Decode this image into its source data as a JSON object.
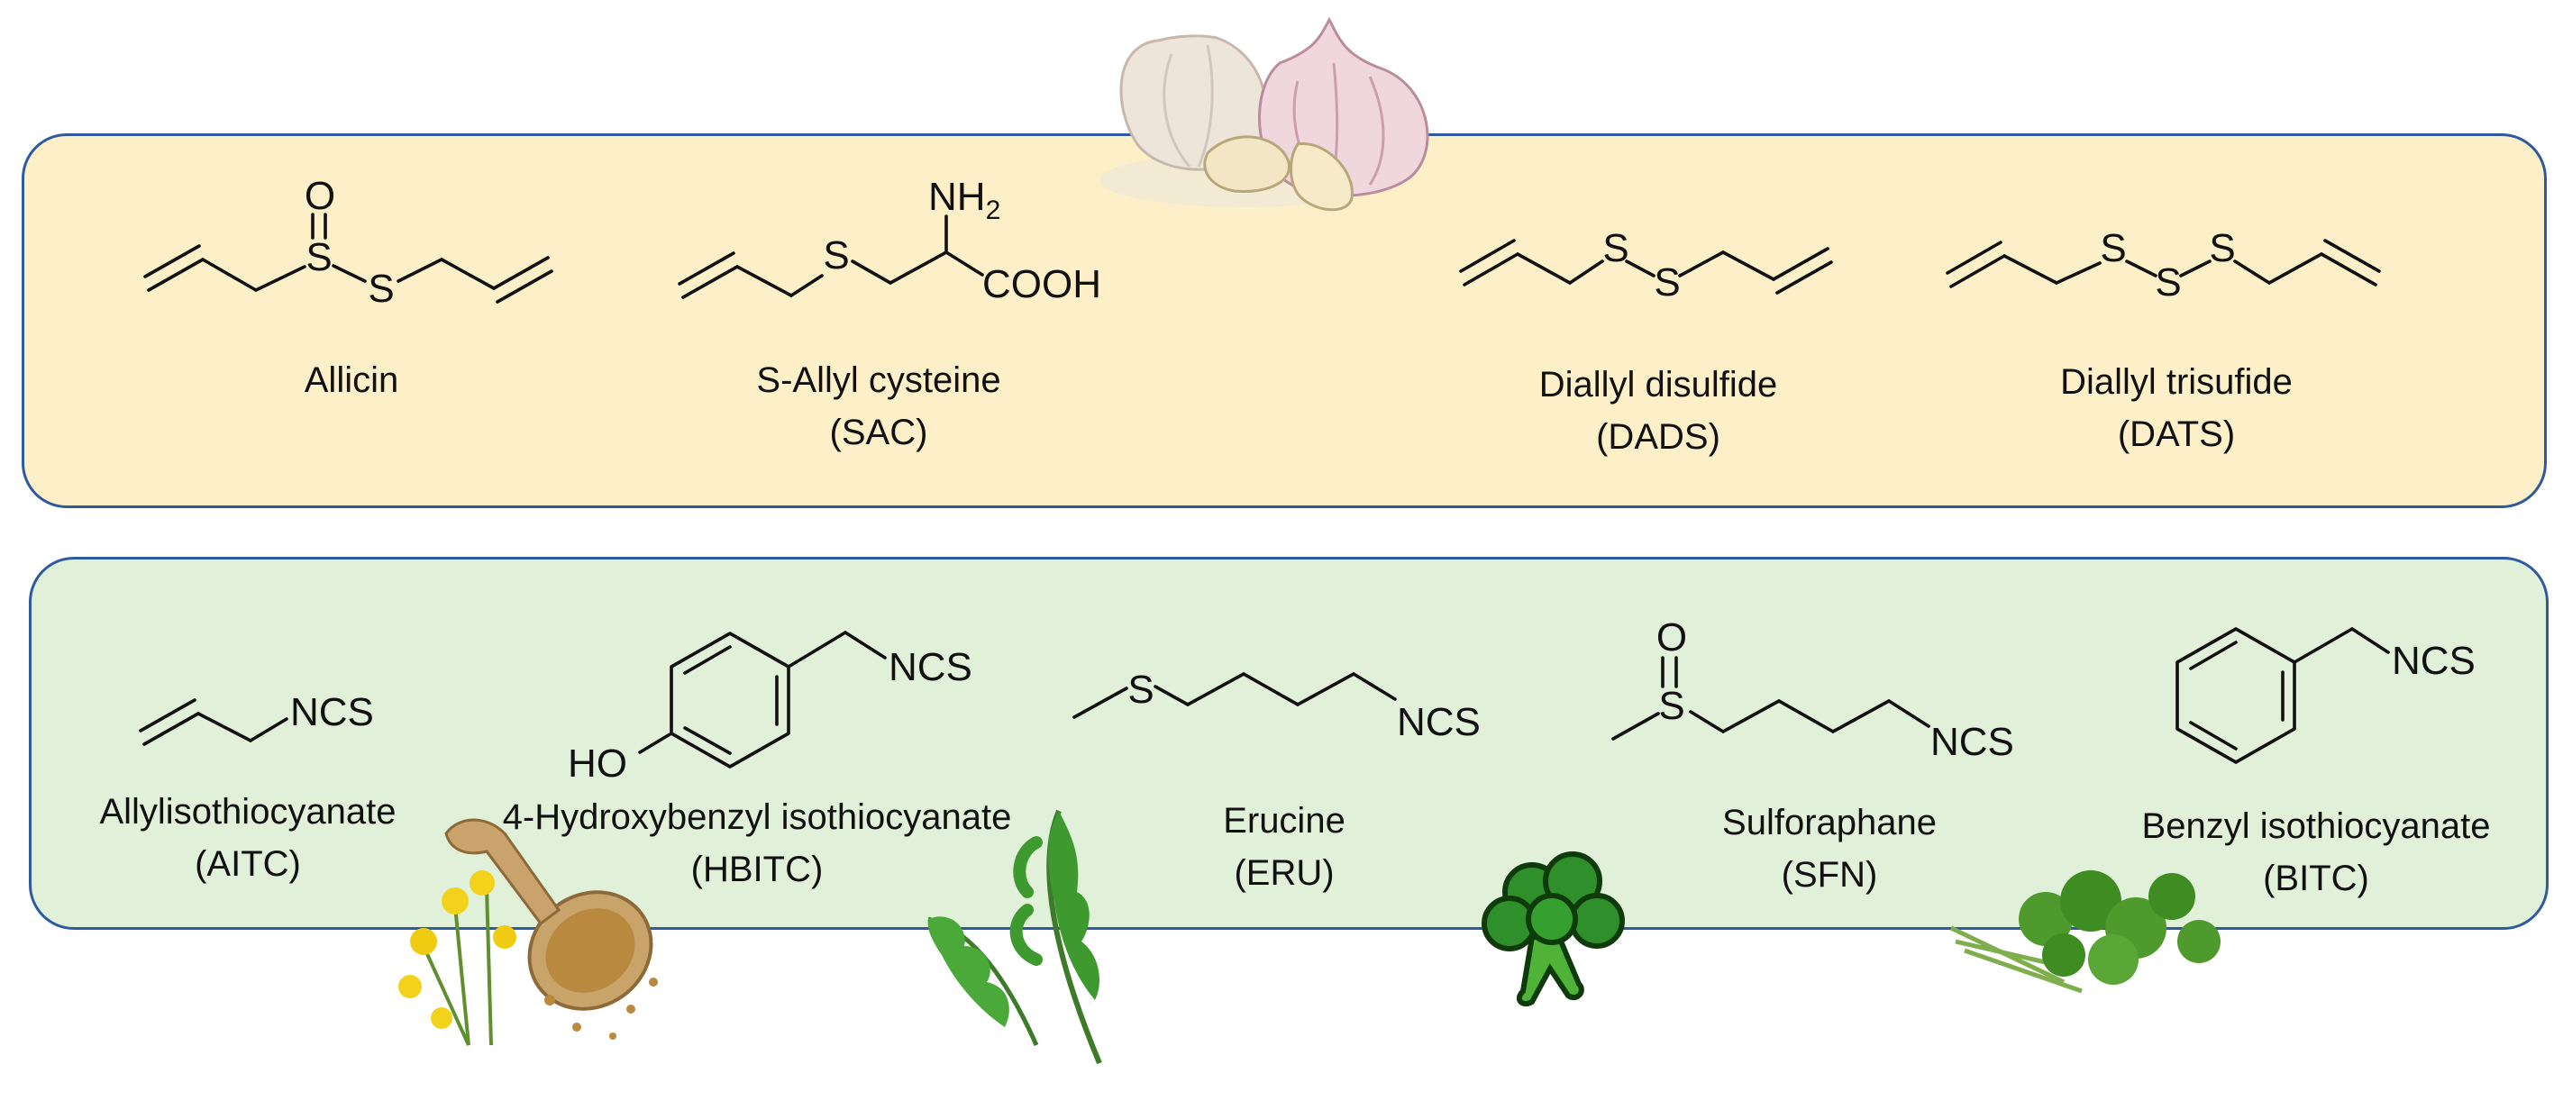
{
  "figure": {
    "garlic_compounds": [
      {
        "name": "Allicin",
        "abbr": ""
      },
      {
        "name": "S-Allyl cysteine",
        "abbr": "(SAC)"
      },
      {
        "name": "Diallyl disulfide",
        "abbr": "(DADS)"
      },
      {
        "name": "Diallyl trisufide",
        "abbr": "(DATS)"
      }
    ],
    "crucifer_compounds": [
      {
        "name": "Allylisothiocyanate",
        "abbr": "(AITC)"
      },
      {
        "name": "4-Hydroxybenzyl isothiocyanate",
        "abbr": "(HBITC)"
      },
      {
        "name": "Erucine",
        "abbr": "(ERU)"
      },
      {
        "name": "Sulforaphane",
        "abbr": "(SFN)"
      },
      {
        "name": "Benzyl isothiocyanate",
        "abbr": "(BITC)"
      }
    ],
    "atoms": {
      "S": "S",
      "O": "O",
      "NH": "NH",
      "two": "2",
      "COOH": "COOH",
      "NCS": "NCS",
      "HO": "HO"
    },
    "colors": {
      "garlic_panel": "#fdf0c9",
      "crucifer_panel": "#e0f0d9",
      "border": "#2f5aa0"
    },
    "illustrations": [
      "garlic",
      "mustard-seeds-and-flowers",
      "arugula",
      "broccoli",
      "watercress"
    ]
  }
}
